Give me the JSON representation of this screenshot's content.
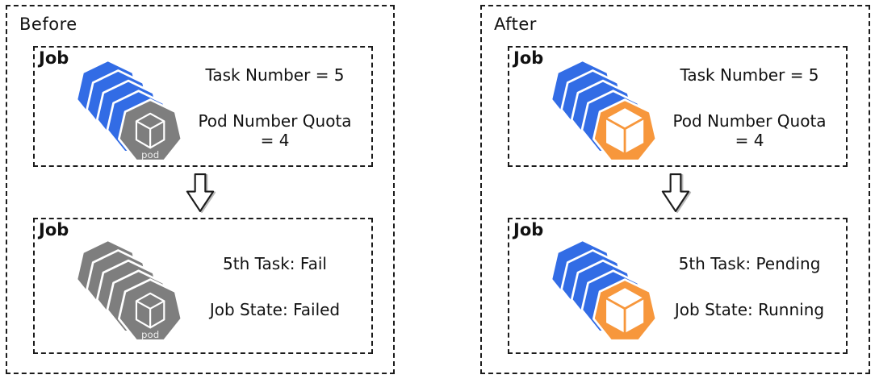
{
  "colors": {
    "blue": "#326CE5",
    "gray": "#7E7E7E",
    "orange": "#F7973C"
  },
  "icons": {
    "pod_label": "pod"
  },
  "panels": [
    {
      "label": "Before",
      "stages": [
        {
          "job_label": "Job",
          "lines": [
            "Task Number = 5",
            "Pod Number Quota = 4"
          ]
        },
        {
          "job_label": "Job",
          "lines": [
            "5th Task: Fail",
            "Job State: Failed"
          ]
        }
      ]
    },
    {
      "label": "After",
      "stages": [
        {
          "job_label": "Job",
          "lines": [
            "Task Number = 5",
            "Pod Number Quota = 4"
          ]
        },
        {
          "job_label": "Job",
          "lines": [
            "5th Task: Pending",
            "Job State: Running"
          ]
        }
      ]
    }
  ]
}
